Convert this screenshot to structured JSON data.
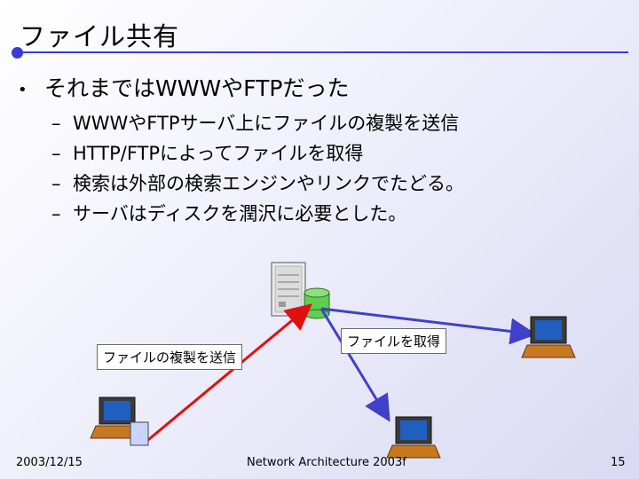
{
  "slide": {
    "title": "ファイル共有",
    "bullet": "それまではWWWやFTPだった",
    "sub_bullets": [
      "WWWやFTPサーバ上にファイルの複製を送信",
      "HTTP/FTPによってファイルを取得",
      "検索は外部の検索エンジンやリンクでたどる。",
      "サーバはディスクを潤沢に必要とした。"
    ]
  },
  "diagram": {
    "send_label": "ファイルの複製を送信",
    "get_label": "ファイルを取得",
    "colors": {
      "send_arrow": "#e01010",
      "get_arrow": "#4040c8",
      "accent": "#3a3ad8"
    },
    "icons": [
      "server-icon",
      "disk-icon",
      "laptop-icon",
      "document-icon"
    ]
  },
  "footer": {
    "date": "2003/12/15",
    "course": "Network Architecture 2003f",
    "page": "15"
  }
}
